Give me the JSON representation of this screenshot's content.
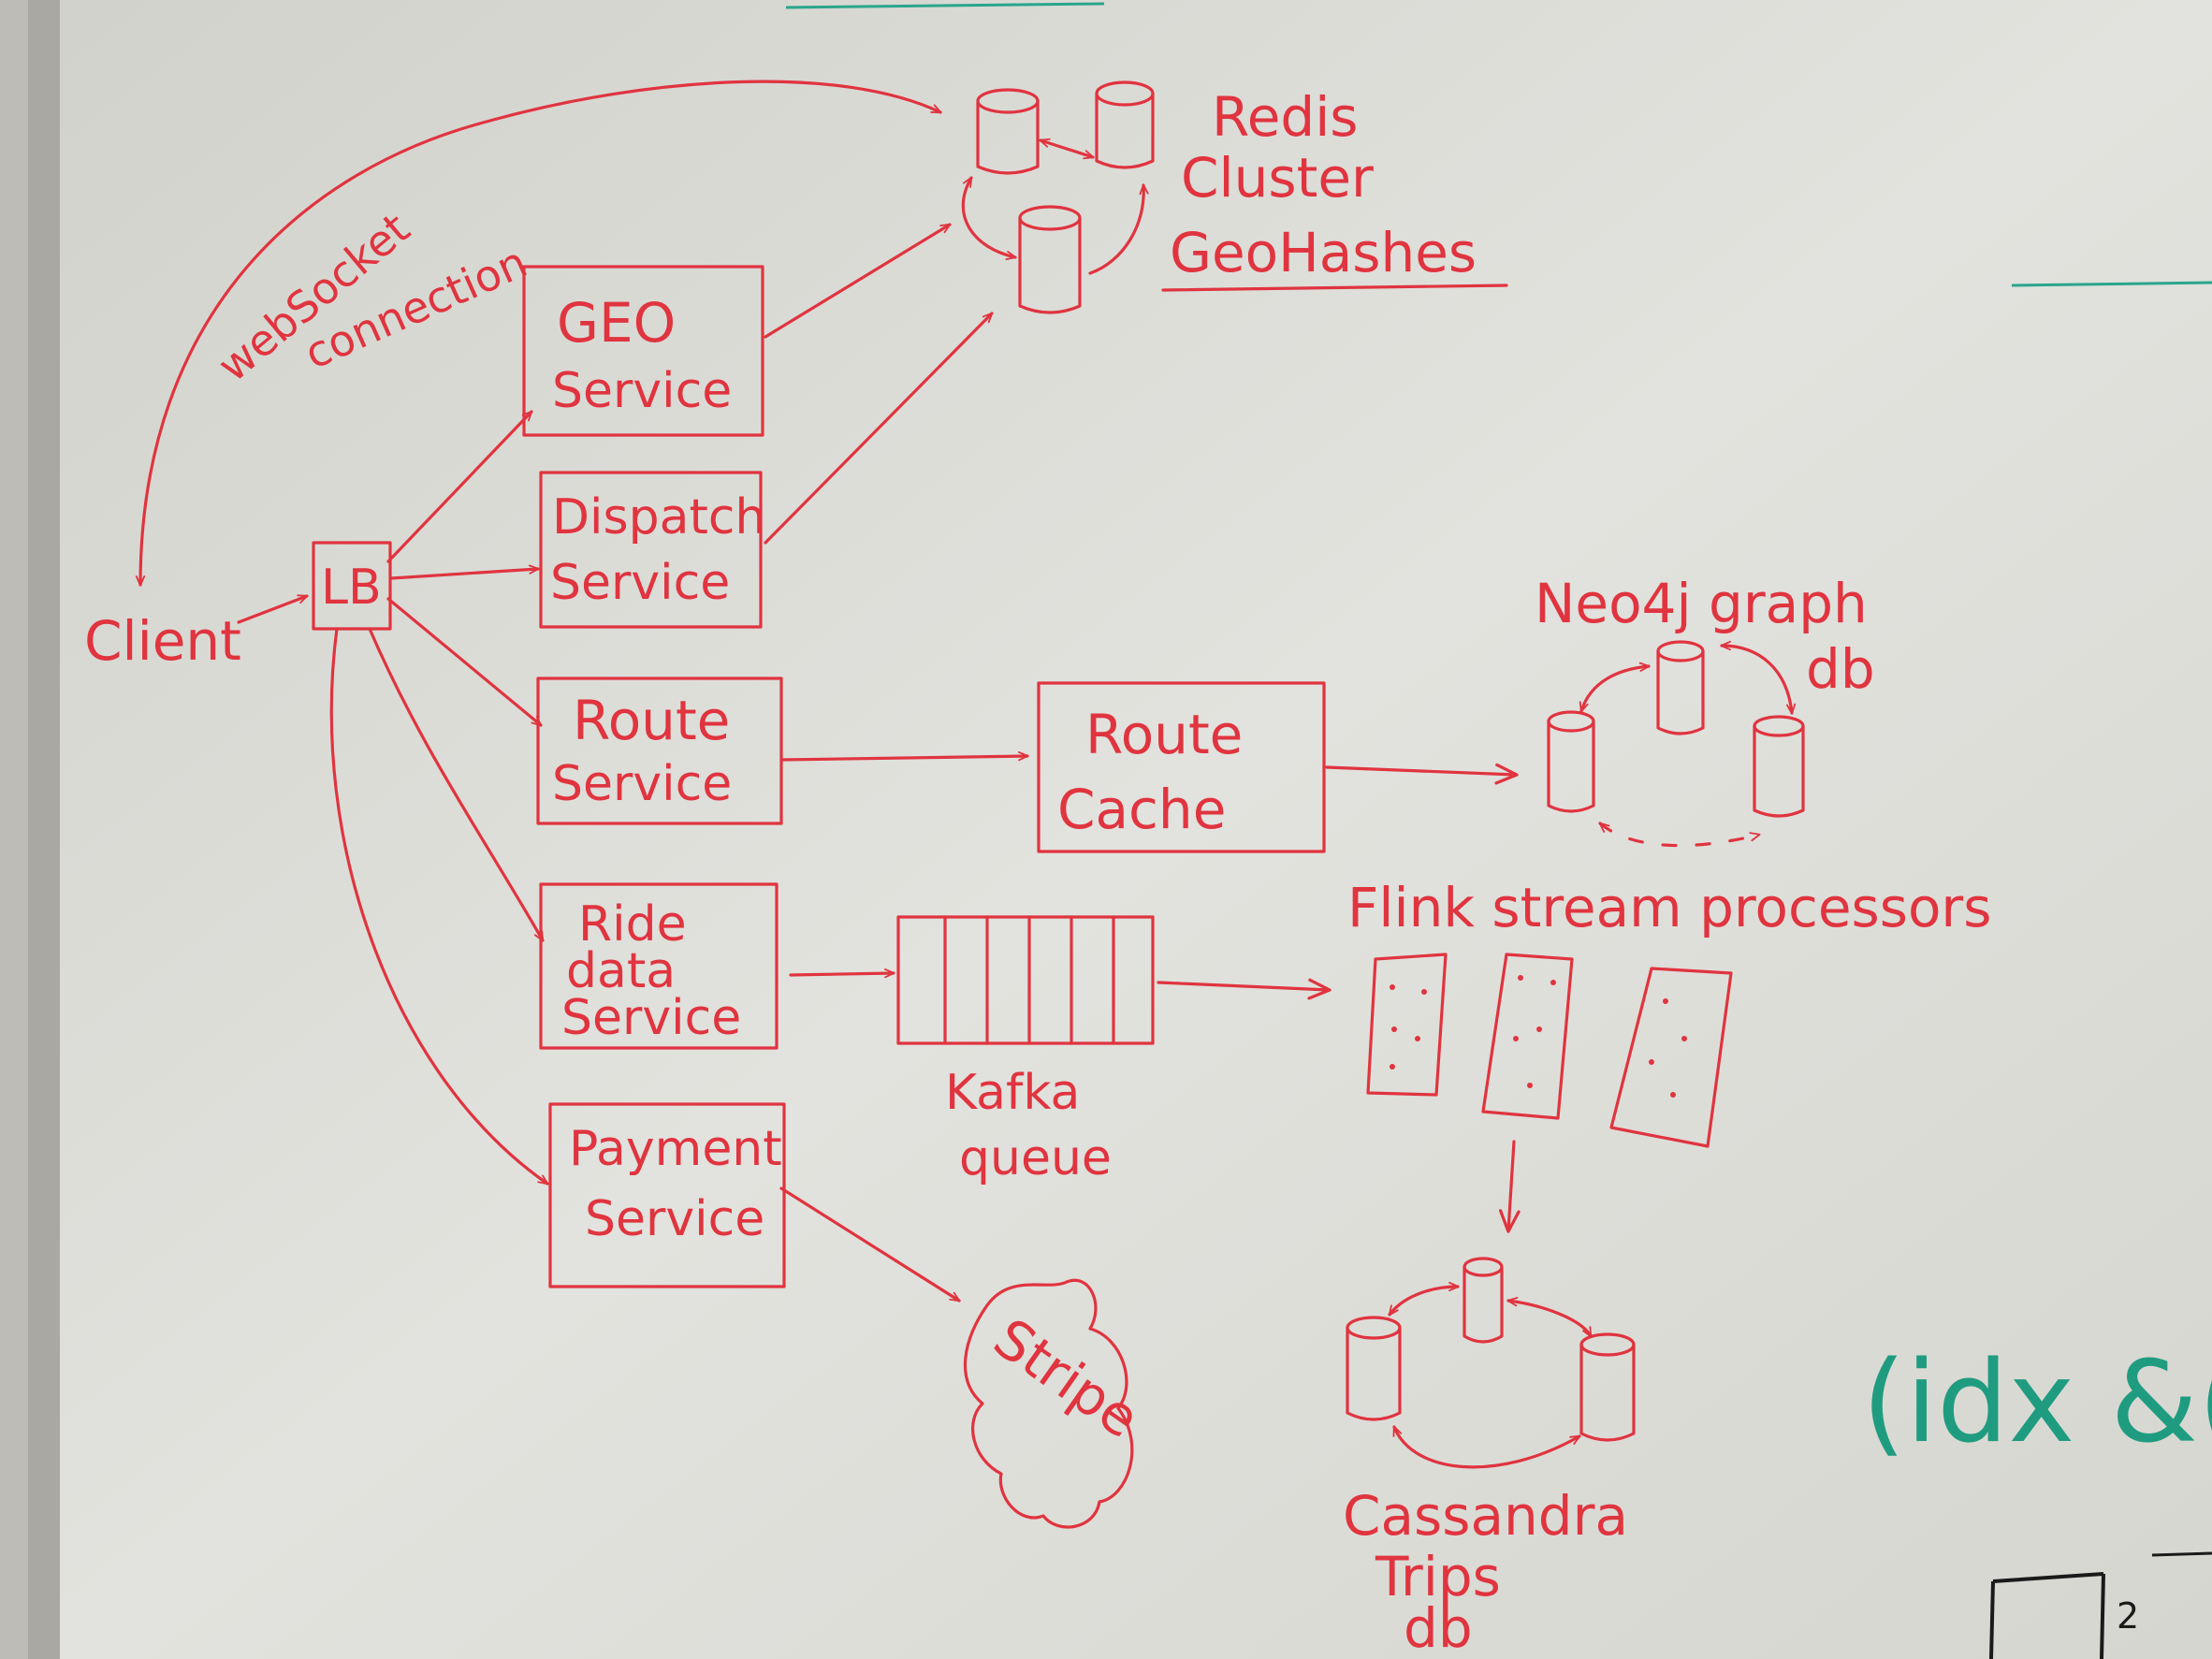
{
  "diagram": {
    "ink_color": "#e0343f",
    "board_color": "#dcdcd8",
    "nodes": {
      "client": "Client",
      "lb": "LB",
      "geo_service": [
        "GEO",
        "Service"
      ],
      "dispatch_service": [
        "Dispatch",
        "Service"
      ],
      "route_service": [
        "Route",
        "Service"
      ],
      "ride_data_service": [
        "Ride",
        "data",
        "Service"
      ],
      "payment_service": [
        "Payment",
        "Service"
      ],
      "route_cache": [
        "Route",
        "Cache"
      ],
      "redis_cluster": [
        "Redis",
        "Cluster"
      ],
      "geohashes": "GeoHashes",
      "neo4j": [
        "Neo4j graph",
        "db"
      ],
      "kafka": [
        "Kafka",
        "queue"
      ],
      "flink": "Flink stream processors",
      "cassandra": [
        "Cassandra",
        "Trips",
        "db"
      ],
      "stripe": "Stripe"
    },
    "edges": {
      "websocket_label": [
        "webSocket",
        "connection"
      ]
    },
    "side_note": {
      "text": "(idx &(i",
      "color": "#1f9c80",
      "digit": "2"
    }
  }
}
